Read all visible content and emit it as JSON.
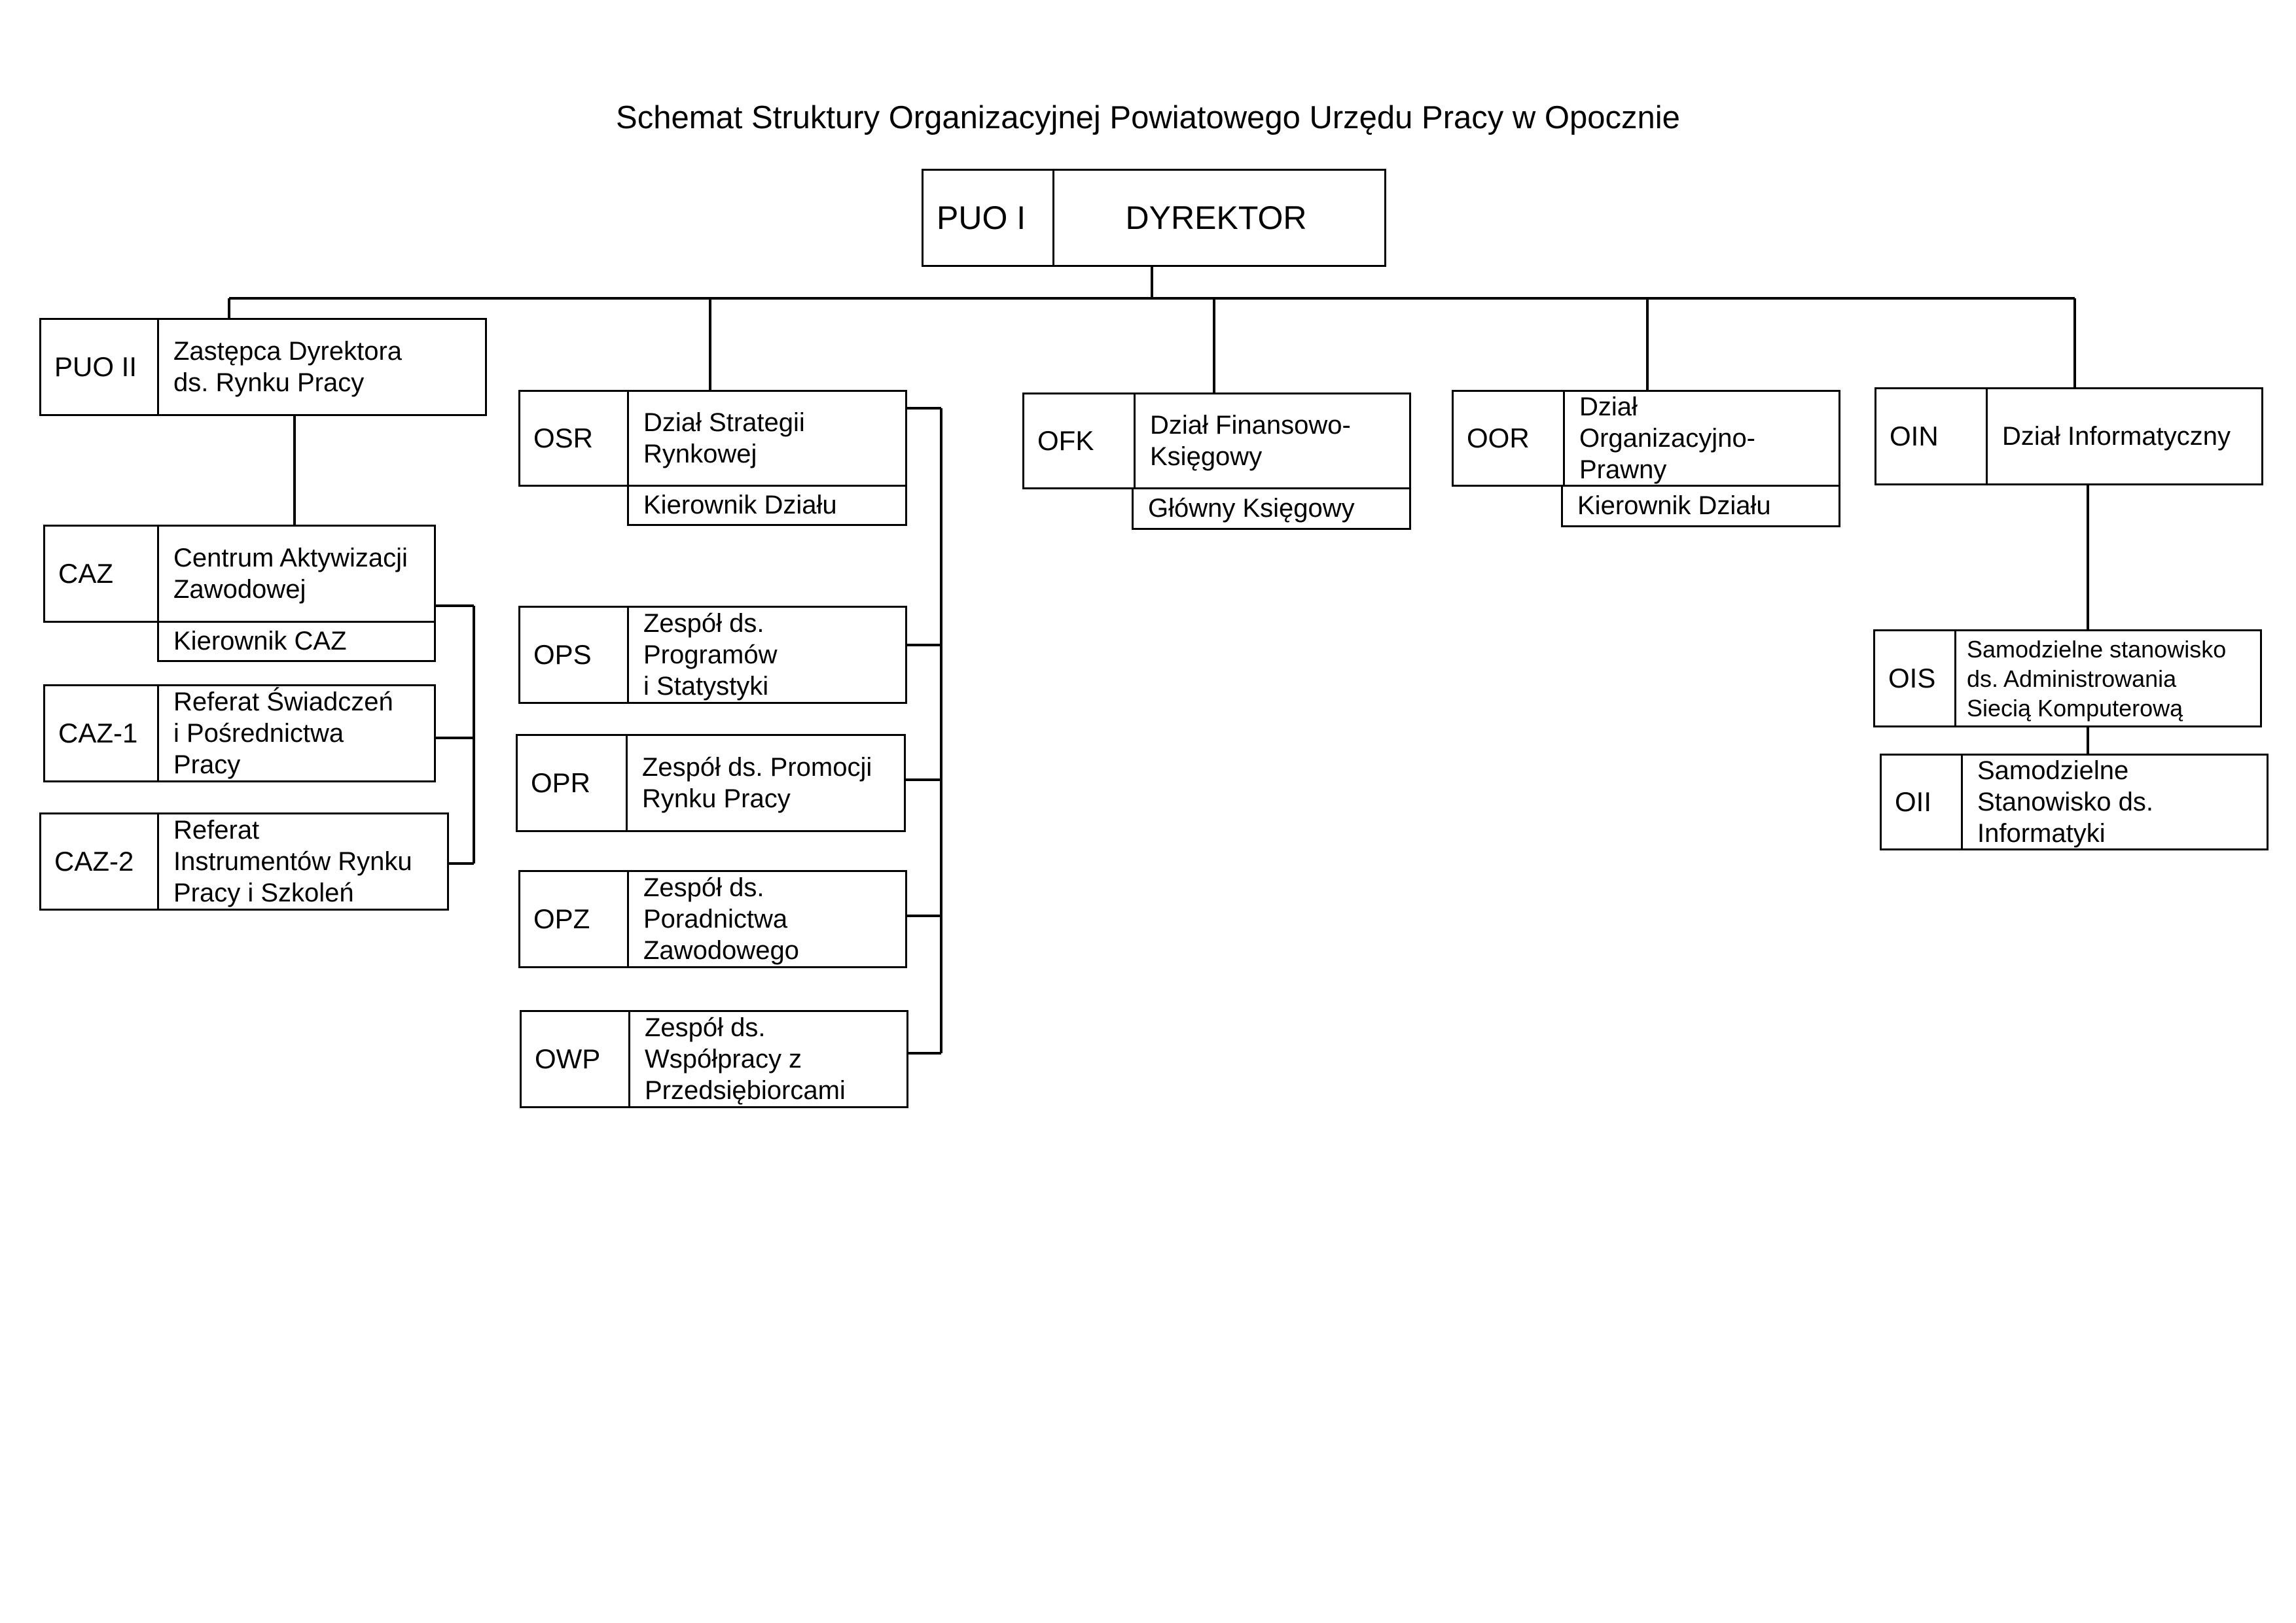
{
  "title": "Schemat Struktury Organizacyjnej Powiatowego Urzędu Pracy w Opocznie",
  "director": {
    "code": "PUO I",
    "name": "DYREKTOR"
  },
  "deputy": {
    "code": "PUO II",
    "name": "Zastępca Dyrektora\nds. Rynku Pracy"
  },
  "caz": {
    "main": {
      "code": "CAZ",
      "name": "Centrum Aktywizacji\nZawodowej",
      "head": "Kierownik CAZ"
    },
    "units": [
      {
        "code": "CAZ-1",
        "name": "Referat Świadczeń\ni Pośrednictwa\nPracy"
      },
      {
        "code": "CAZ-2",
        "name": "Referat\nInstrumentów Rynku\nPracy i Szkoleń"
      }
    ]
  },
  "osr": {
    "main": {
      "code": "OSR",
      "name": "Dział Strategii\nRynkowej",
      "head": "Kierownik Działu"
    },
    "units": [
      {
        "code": "OPS",
        "name": "Zespół ds.\nProgramów\ni Statystyki"
      },
      {
        "code": "OPR",
        "name": "Zespół ds. Promocji\nRynku Pracy"
      },
      {
        "code": "OPZ",
        "name": "Zespół ds.\nPoradnictwa\nZawodowego"
      },
      {
        "code": "OWP",
        "name": "Zespół ds.\nWspółpracy z\nPrzedsiębiorcami"
      }
    ]
  },
  "ofk": {
    "code": "OFK",
    "name": "Dział Finansowo-\nKsięgowy",
    "head": "Główny Księgowy"
  },
  "oor": {
    "code": "OOR",
    "name": "Dział\nOrganizacyjno-\nPrawny",
    "head": "Kierownik Działu"
  },
  "oin": {
    "main": {
      "code": "OIN",
      "name": "Dział Informatyczny"
    },
    "units": [
      {
        "code": "OIS",
        "name": "Samodzielne stanowisko\nds. Administrowania\nSiecią Komputerową"
      },
      {
        "code": "OII",
        "name": "Samodzielne\nStanowisko ds.\nInformatyki"
      }
    ]
  }
}
